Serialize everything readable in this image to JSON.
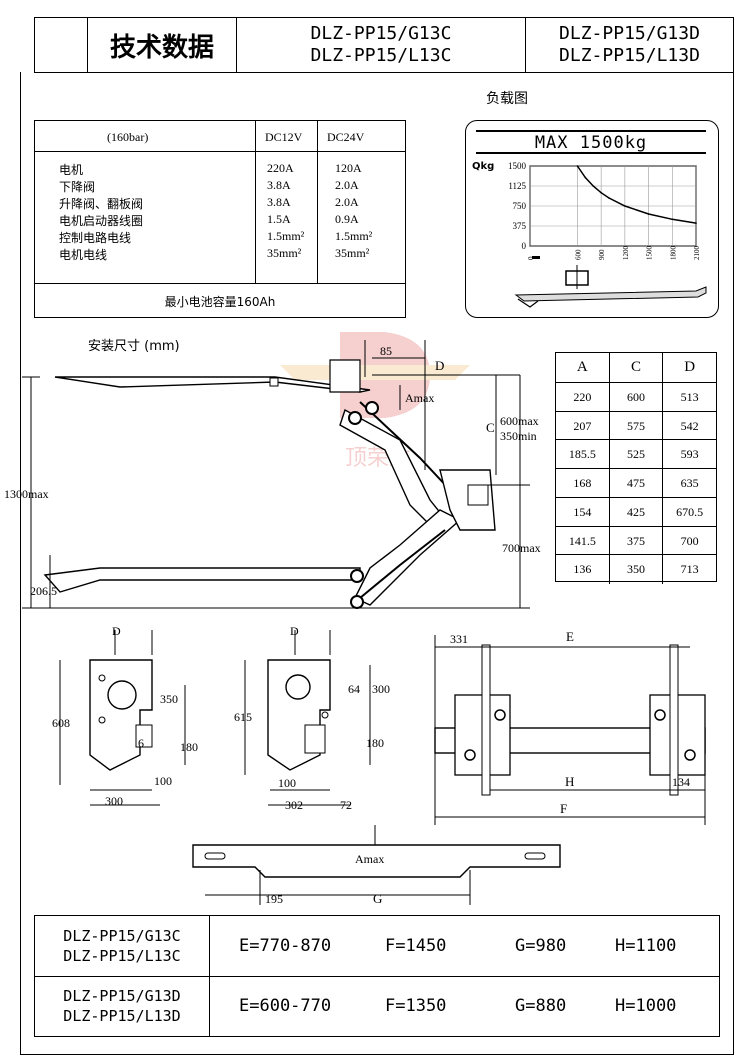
{
  "header": {
    "title": "技术数据",
    "models_a": [
      "DLZ-PP15/G13C",
      "DLZ-PP15/L13C"
    ],
    "models_b": [
      "DLZ-PP15/G13D",
      "DLZ-PP15/L13D"
    ]
  },
  "electrical": {
    "pressure": "(160bar)",
    "col_12v": "DC12V",
    "col_24v": "DC24V",
    "rows": [
      {
        "label": "电机",
        "v12": "220A",
        "v24": "120A"
      },
      {
        "label": "下降阀",
        "v12": "3.8A",
        "v24": "2.0A"
      },
      {
        "label": "升降阀、翻板阀",
        "v12": "3.8A",
        "v24": "2.0A"
      },
      {
        "label": "电机启动器线圈",
        "v12": "1.5A",
        "v24": "0.9A"
      },
      {
        "label": "控制电路电线",
        "v12": "1.5mm²",
        "v24": "1.5mm²"
      },
      {
        "label": "电机电线",
        "v12": "35mm²",
        "v24": "35mm²"
      }
    ],
    "battery": "最小电池容量160Ah"
  },
  "load_chart": {
    "caption": "负载图",
    "max_label": "MAX 1500kg",
    "y_unit": "Qkg",
    "y_ticks": [
      "1500",
      "1125",
      "750",
      "375",
      "0"
    ],
    "x_ticks": [
      "0",
      "600",
      "900",
      "1200",
      "1500",
      "1800",
      "2100"
    ]
  },
  "chart_data": {
    "type": "line",
    "title": "MAX 1500kg",
    "xlabel": "",
    "ylabel": "Qkg",
    "x": [
      600,
      700,
      800,
      900,
      1000,
      1200,
      1500,
      1800,
      2100
    ],
    "series": [
      {
        "values": [
          1500,
          1285,
          1125,
          1000,
          900,
          750,
          600,
          500,
          430
        ]
      }
    ],
    "xlim": [
      0,
      2100
    ],
    "ylim": [
      0,
      1500
    ],
    "grid": true
  },
  "install": {
    "caption": "安装尺寸 (mm)",
    "dim_85": "85",
    "dim_d": "D",
    "dim_amax": "Amax",
    "dim_c": "C",
    "dim_600max": "600max",
    "dim_350min": "350min",
    "dim_1300max": "1300max",
    "dim_700max": "700max",
    "dim_2065": "206.5",
    "watermark": "顶荣达"
  },
  "dims_table": {
    "headers": [
      "A",
      "C",
      "D"
    ],
    "rows": [
      [
        "220",
        "600",
        "513"
      ],
      [
        "207",
        "575",
        "542"
      ],
      [
        "185.5",
        "525",
        "593"
      ],
      [
        "168",
        "475",
        "635"
      ],
      [
        "154",
        "425",
        "670.5"
      ],
      [
        "141.5",
        "375",
        "700"
      ],
      [
        "136",
        "350",
        "713"
      ]
    ]
  },
  "plate1": {
    "d": "D",
    "h608": "608",
    "h350": "350",
    "h6": "6",
    "h180": "180",
    "w100": "100",
    "w300": "300"
  },
  "plate2": {
    "d": "D",
    "h615": "615",
    "h64": "64",
    "h300": "300",
    "h180": "180",
    "w100": "100",
    "w302": "302",
    "w72": "72"
  },
  "frontview": {
    "d331": "331",
    "e": "E",
    "h": "H",
    "f": "F",
    "d134": "134"
  },
  "bottomview": {
    "amax": "Amax",
    "d195": "195",
    "g": "G"
  },
  "bottom_table": [
    {
      "models": [
        "DLZ-PP15/G13C",
        "DLZ-PP15/L13C"
      ],
      "e": "E=770-870",
      "f": "F=1450",
      "g": "G=980",
      "h": "H=1100"
    },
    {
      "models": [
        "DLZ-PP15/G13D",
        "DLZ-PP15/L13D"
      ],
      "e": "E=600-770",
      "f": "F=1350",
      "g": "G=880",
      "h": "H=1000"
    }
  ]
}
